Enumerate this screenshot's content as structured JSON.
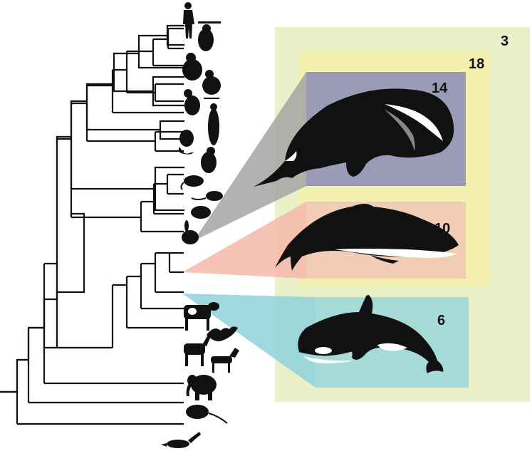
{
  "panels": [
    {
      "label": "3",
      "color": "#eaf1c8"
    },
    {
      "label": "18",
      "color": "#f4f0b0"
    },
    {
      "label": "14",
      "color": "#9a9bb6"
    },
    {
      "label": "10",
      "color": "#f1cdb6"
    },
    {
      "label": "6",
      "color": "#a6dad6"
    }
  ],
  "colors": {
    "tree": "#111111",
    "wedge_top": "#a5a5a5",
    "wedge_mid": "#f6b9a9",
    "wedge_low": "#8fd1dc"
  },
  "taxa_icons": [
    "human-icon",
    "chimpanzee-icon",
    "gorilla-icon",
    "orangutan-icon",
    "macaque-icon",
    "gibbon-icon",
    "marmoset-icon",
    "lemur-icon",
    "rat-icon",
    "mouse-icon",
    "guinea-pig-icon",
    "rabbit-icon",
    "cow-icon",
    "bat-icon",
    "horse-icon",
    "dog-icon",
    "elephant-icon",
    "opossum-icon",
    "platypus-icon"
  ],
  "whale_icons": [
    "bowhead-whale-icon",
    "minke-whale-icon",
    "orca-icon"
  ]
}
